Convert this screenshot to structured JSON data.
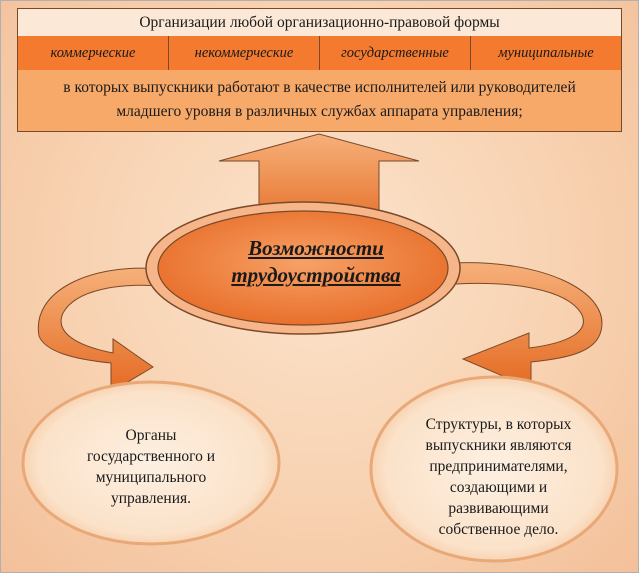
{
  "top": {
    "title": "Организации любой организационно-правовой формы",
    "types": [
      "коммерческие",
      "некоммерческие",
      "государственные",
      "муниципальные"
    ],
    "description_line1": "в которых выпускники работают в качестве исполнителей или руководителей",
    "description_line2": "младшего уровня в различных службах аппарата управления;"
  },
  "center": {
    "line1": "Возможности",
    "line2": "трудоустройства"
  },
  "left_circle": {
    "line1": "Органы",
    "line2": "государственного и",
    "line3": "муниципального",
    "line4": "управления."
  },
  "right_circle": {
    "line1": "Структуры, в которых",
    "line2": "выпускники являются",
    "line3": "предпринимателями,",
    "line4": "создающими и",
    "line5": "развивающими",
    "line6": "собственное дело."
  },
  "colors": {
    "orange": "#f07a2b",
    "light_orange": "#f7a969",
    "peach": "#fbe3cc",
    "outline": "#7a4a28"
  }
}
